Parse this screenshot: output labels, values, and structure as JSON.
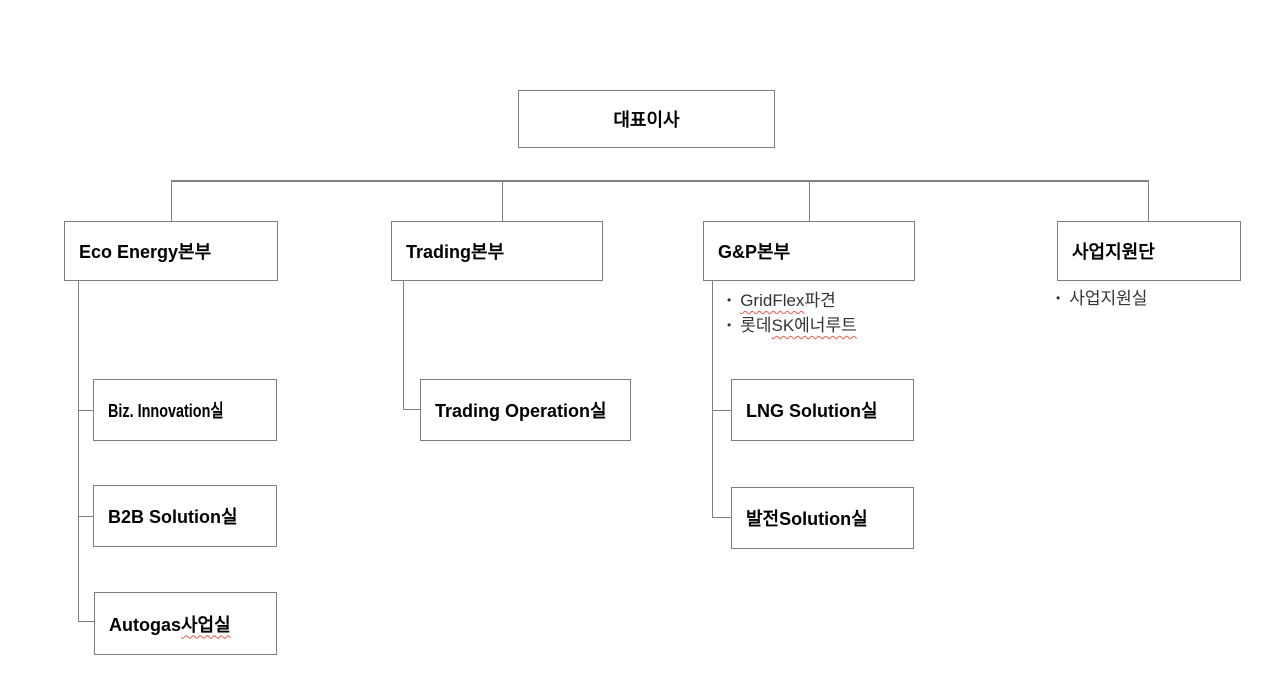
{
  "org_chart": {
    "nodes": {
      "ceo": {
        "label": "대표이사"
      },
      "eco": {
        "label": "Eco Energy본부"
      },
      "trading": {
        "label": "Trading본부"
      },
      "gp": {
        "label": "G&P본부"
      },
      "support": {
        "label": "사업지원단"
      },
      "biz_innovation": {
        "label": "Biz. Innovation실"
      },
      "b2b_solution": {
        "label": "B2B Solution실"
      },
      "autogas": {
        "prefix": "Autogas",
        "misspelled": "사업실"
      },
      "trading_operation": {
        "label": "Trading Operation실"
      },
      "lng_solution": {
        "label": "LNG Solution실"
      },
      "power_solution": {
        "label": "발전Solution실"
      }
    },
    "annotations": {
      "bullet_char": "•",
      "gp_notes": {
        "items": [
          {
            "misspelled": "GridFlex",
            "rest": "파견"
          },
          {
            "prefix": "롯데",
            "misspelled": "SK에너루트"
          }
        ]
      },
      "support_notes": {
        "items": [
          {
            "text": "사업지원실"
          }
        ]
      }
    },
    "colors": {
      "background": "#ffffff",
      "box_border": "#808080",
      "connector": "#808080",
      "label_text": "#000000",
      "note_text": "#333333",
      "squiggle": "#e85c4a"
    }
  }
}
